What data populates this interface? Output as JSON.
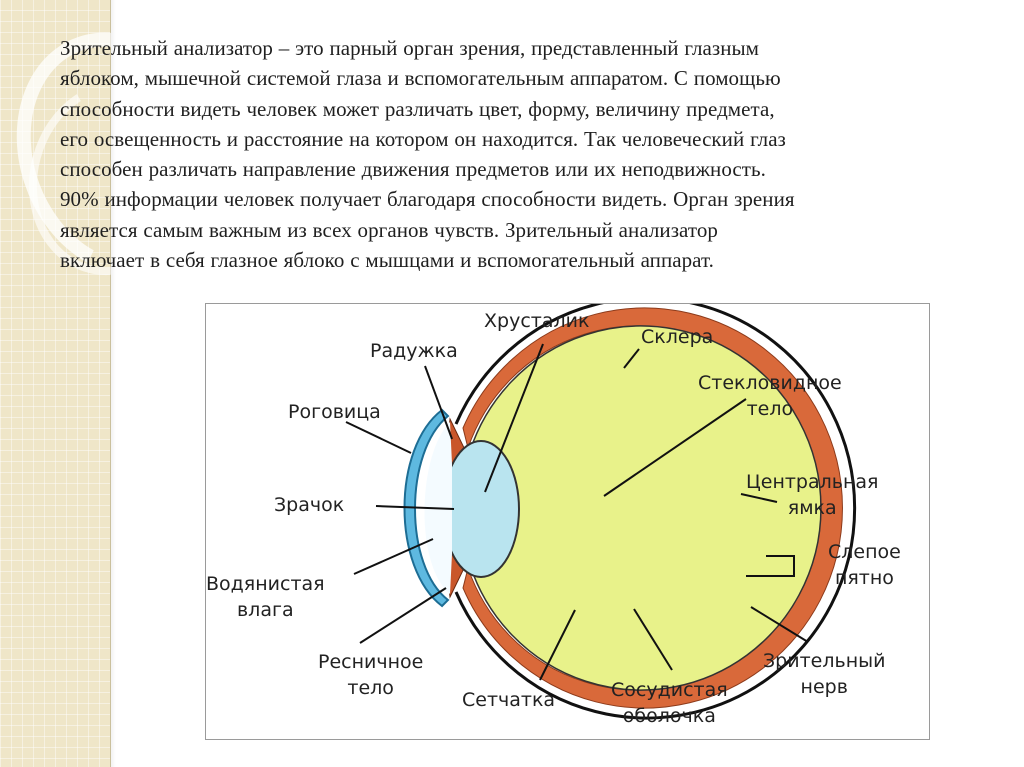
{
  "paragraph": {
    "lines": [
      "Зрительный анализатор – это парный орган зрения, представленный глазным",
      "яблоком, мышечной системой глаза и вспомогательным аппаратом. С помощью",
      "способности видеть человек может различать цвет, форму, величину предмета,",
      "его освещенность и расстояние на котором он находится. Так человеческий глаз",
      "способен различать направление движения предметов или их неподвижность.",
      "90% информации человек получает благодаря способности видеть. Орган зрения",
      "является самым важным из всех органов чувств. Зрительный анализатор",
      "включает в себя глазное яблоко с мышцами и вспомогательный аппарат."
    ]
  },
  "diagram": {
    "labels": {
      "lens": "Хрусталик",
      "sclera": "Склера",
      "iris": "Радужка",
      "vitreous_1": "Стекловидное",
      "vitreous_2": "тело",
      "cornea": "Роговица",
      "fovea_1": "Центральная",
      "fovea_2": "ямка",
      "pupil": "Зрачок",
      "blind_spot_1": "Слепое",
      "blind_spot_2": "пятно",
      "aqueous_1": "Водянистая",
      "aqueous_2": "влага",
      "ciliary_1": "Ресничное",
      "ciliary_2": "тело",
      "optic_nerve_1": "Зрительный",
      "optic_nerve_2": "нерв",
      "retina": "Сетчатка",
      "choroid_1": "Сосудистая",
      "choroid_2": "оболочка"
    },
    "colors": {
      "vitreous_fill": "#e8f28a",
      "lens_fill": "#b9e4ef",
      "choroid_fill": "#d9693a",
      "cornea_fill": "#5eb9e0",
      "optic_nerve_fill": "#f3efc2",
      "leader_line": "#111111"
    }
  }
}
